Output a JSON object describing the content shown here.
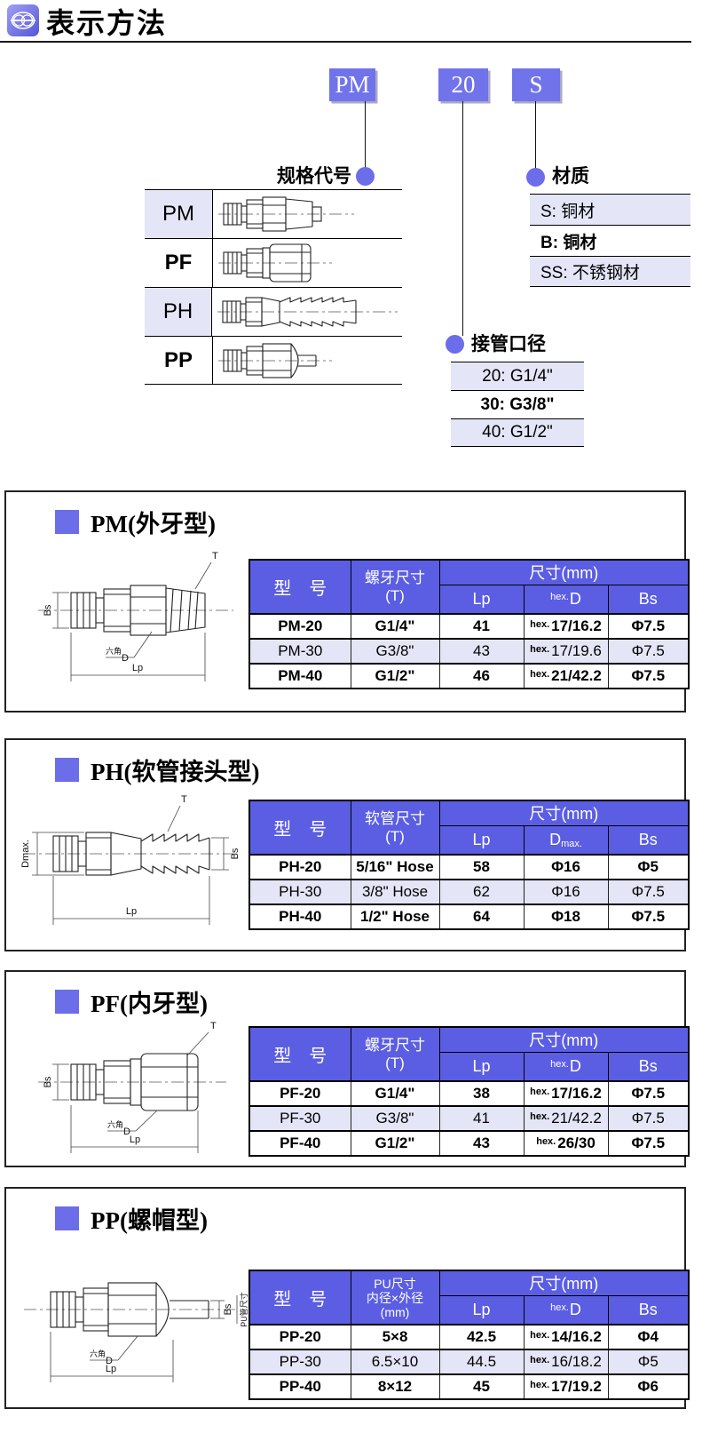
{
  "header": {
    "title": "表示方法"
  },
  "designation": {
    "code_box": "PM",
    "size_box": "20",
    "material_box": "S",
    "spec_code_label": "规格代号",
    "spec_rows": [
      {
        "code": "PM"
      },
      {
        "code": "PF"
      },
      {
        "code": "PH"
      },
      {
        "code": "PP"
      }
    ],
    "material_label": "材质",
    "material_options": [
      {
        "text": "S: 铜材"
      },
      {
        "text": "B: 铜材"
      },
      {
        "text": "SS: 不锈钢材"
      }
    ],
    "port_label": "接管口径",
    "port_options": [
      {
        "text": "20: G1/4\""
      },
      {
        "text": "30: G3/8\""
      },
      {
        "text": "40: G1/2\""
      }
    ]
  },
  "sections": [
    {
      "title": "PM(外牙型)",
      "drawing": {
        "t": "T",
        "bs": "Bs",
        "hex": "六角",
        "d": "D",
        "lp": "Lp"
      },
      "table": {
        "model_header": "型　号",
        "spec_lines": [
          "螺牙尺寸",
          "(T)"
        ],
        "size_header": "尺寸(mm)",
        "sub_lp": "Lp",
        "sub_d": {
          "sup": "hex.",
          "main": "D"
        },
        "sub_bs": "Bs",
        "rows": [
          {
            "model": "PM-20",
            "spec": "G1/4\"",
            "lp": "41",
            "d_sup": "hex.",
            "d": "17/16.2",
            "bs": "Φ7.5"
          },
          {
            "model": "PM-30",
            "spec": "G3/8\"",
            "lp": "43",
            "d_sup": "hex.",
            "d": "17/19.6",
            "bs": "Φ7.5"
          },
          {
            "model": "PM-40",
            "spec": "G1/2\"",
            "lp": "46",
            "d_sup": "hex.",
            "d": "21/42.2",
            "bs": "Φ7.5"
          }
        ]
      }
    },
    {
      "title": "PH(软管接头型)",
      "drawing": {
        "t": "T",
        "dmax": "Dmax.",
        "bs": "Bs",
        "lp": "Lp"
      },
      "table": {
        "model_header": "型　号",
        "spec_lines": [
          "软管尺寸",
          "(T)"
        ],
        "size_header": "尺寸(mm)",
        "sub_lp": "Lp",
        "sub_d": {
          "main": "D",
          "sub": "max."
        },
        "sub_bs": "Bs",
        "rows": [
          {
            "model": "PH-20",
            "spec": "5/16\" Hose",
            "lp": "58",
            "d": "Φ16",
            "bs": "Φ5"
          },
          {
            "model": "PH-30",
            "spec": "3/8\" Hose",
            "lp": "62",
            "d": "Φ16",
            "bs": "Φ7.5"
          },
          {
            "model": "PH-40",
            "spec": "1/2\" Hose",
            "lp": "64",
            "d": "Φ18",
            "bs": "Φ7.5"
          }
        ]
      }
    },
    {
      "title": "PF(内牙型)",
      "drawing": {
        "t": "T",
        "bs": "Bs",
        "hex": "六角",
        "d": "D",
        "lp": "Lp"
      },
      "table": {
        "model_header": "型　号",
        "spec_lines": [
          "螺牙尺寸",
          "(T)"
        ],
        "size_header": "尺寸(mm)",
        "sub_lp": "Lp",
        "sub_d": {
          "sup": "hex.",
          "main": "D"
        },
        "sub_bs": "Bs",
        "rows": [
          {
            "model": "PF-20",
            "spec": "G1/4\"",
            "lp": "38",
            "d_sup": "hex.",
            "d": "17/16.2",
            "bs": "Φ7.5"
          },
          {
            "model": "PF-30",
            "spec": "G3/8\"",
            "lp": "41",
            "d_sup": "hex.",
            "d": "21/42.2",
            "bs": "Φ7.5"
          },
          {
            "model": "PF-40",
            "spec": "G1/2\"",
            "lp": "43",
            "d_sup": "hex.",
            "d": "26/30",
            "bs": "Φ7.5"
          }
        ]
      }
    },
    {
      "title": "PP(螺帽型)",
      "drawing": {
        "bs": "Bs",
        "pu": "PU管尺寸",
        "hex": "六角",
        "d": "D",
        "lp": "Lp"
      },
      "table": {
        "model_header": "型　号",
        "spec_lines": [
          "PU尺寸",
          "内径×外径",
          "(mm)"
        ],
        "size_header": "尺寸(mm)",
        "sub_lp": "Lp",
        "sub_d": {
          "sup": "hex.",
          "main": "D"
        },
        "sub_bs": "Bs",
        "rows": [
          {
            "model": "PP-20",
            "spec": "5×8",
            "lp": "42.5",
            "d_sup": "hex.",
            "d": "14/16.2",
            "bs": "Φ4"
          },
          {
            "model": "PP-30",
            "spec": "6.5×10",
            "lp": "44.5",
            "d_sup": "hex.",
            "d": "16/18.2",
            "bs": "Φ5"
          },
          {
            "model": "PP-40",
            "spec": "8×12",
            "lp": "45",
            "d_sup": "hex.",
            "d": "17/19.2",
            "bs": "Φ6"
          }
        ]
      }
    }
  ],
  "colors": {
    "accent": "#6b6de9",
    "table_header": "#5b5ee2",
    "row_shade": "#e4e5f6"
  }
}
